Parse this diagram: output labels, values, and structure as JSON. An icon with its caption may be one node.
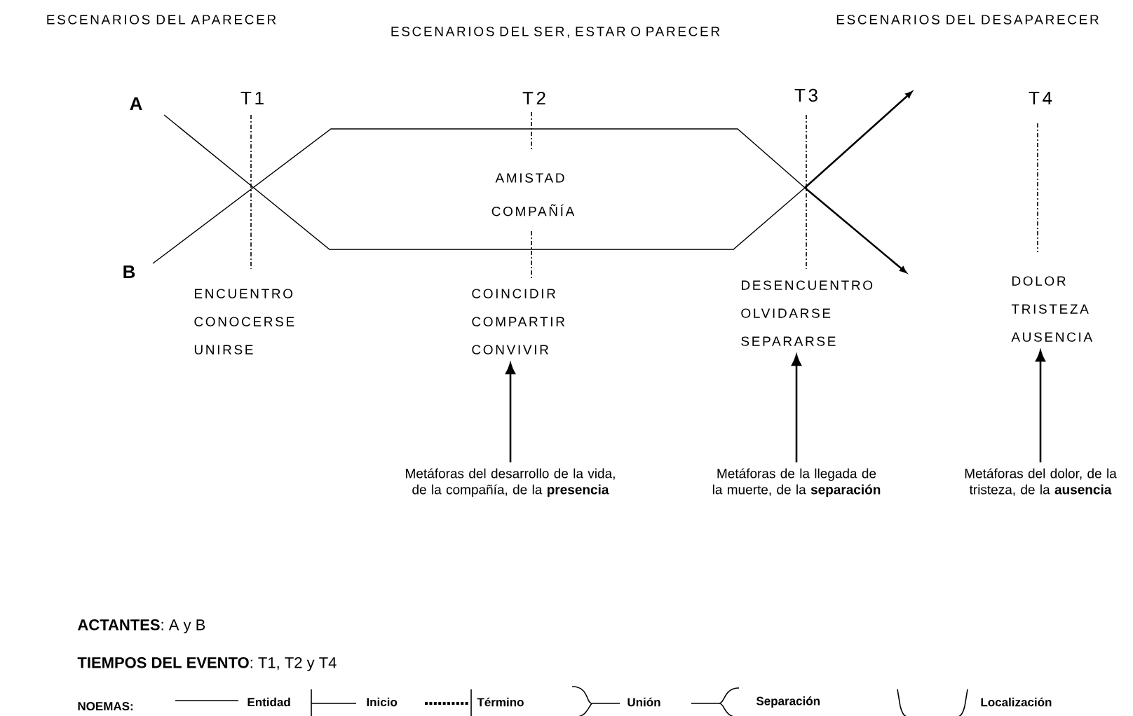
{
  "diagram": {
    "nodes": [
      {
        "text": [
          "ENCUENTRO",
          "CONOCERSE",
          "UNIRSE"
        ]
      },
      {
        "text": [
          "COINCIDIR",
          "COMPARTIR",
          "CONVIVIR"
        ]
      },
      {
        "text": [
          "DESENCUENTRO",
          "OLVIDARSE",
          "SEPARARSE"
        ]
      },
      {
        "text": [
          "DOLOR",
          "TRISTEZA",
          "AUSENCIA"
        ]
      },
      {
        "text": [
          "Metáforas del desarrollo de la vida, de la compañía, de la **presencia**"
        ]
      },
      {
        "text": [
          "Metáforas de la llegada de la muerte, de la **separación**"
        ]
      },
      {
        "text": [
          "Metáforas del dolor, de la tristeza, de la **ausencia**"
        ]
      }
    ],
    "edges": [
      {
        "from": 4,
        "to": 1,
        "arrow": "to"
      },
      {
        "from": 5,
        "to": 2,
        "arrow": "to"
      },
      {
        "from": 6,
        "to": 3,
        "arrow": "to"
      }
    ],
    "labels": [
      "ESCENARIOS DEL APARECER",
      "ESCENARIOS DEL SER, ESTAR O PARECER",
      "ESCENARIOS DEL DESAPARECER",
      "A",
      "T1",
      "T2",
      "T3",
      "T4",
      "AMISTAD",
      "COMPAÑÍA",
      "B",
      "**ACTANTES**: A y B",
      "**TIEMPOS DEL EVENTO**: T1, T2 y T4",
      "NOEMAS:"
    ],
    "legend": [
      {
        "text": "Entidad"
      },
      {
        "text": "Inicio"
      },
      {
        "text": "Término"
      },
      {
        "text": "Unión"
      },
      {
        "text": "Separación"
      },
      {
        "text": "Localización"
      }
    ]
  }
}
